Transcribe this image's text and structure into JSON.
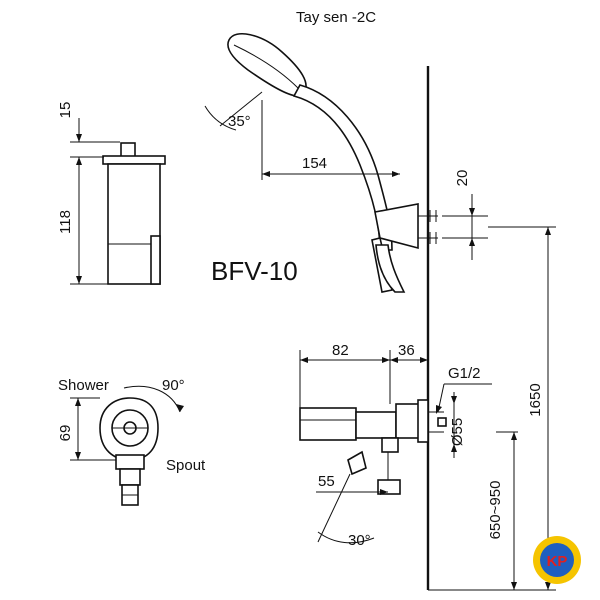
{
  "model": "BFV-10",
  "labels": {
    "shower_head": "Tay sen -2C",
    "shower": "Shower",
    "spout": "Spout",
    "thread": "G1/2"
  },
  "dimensions": {
    "top_cap": "15",
    "body_height": "118",
    "head_angle": "35°",
    "head_reach": "154",
    "holder_height": "20",
    "valve_width": "82",
    "valve_depth": "36",
    "pipe_diameter": "Ø55",
    "knob_angle": "90°",
    "body_69": "69",
    "spout_55": "55",
    "spout_angle": "30°",
    "mount_range": "650~950",
    "holder_height_total": "1650"
  },
  "logo": {
    "text": "KP",
    "colors": {
      "outer": "#f5c400",
      "inner": "#1f5fbf",
      "text": "#e02020"
    }
  }
}
